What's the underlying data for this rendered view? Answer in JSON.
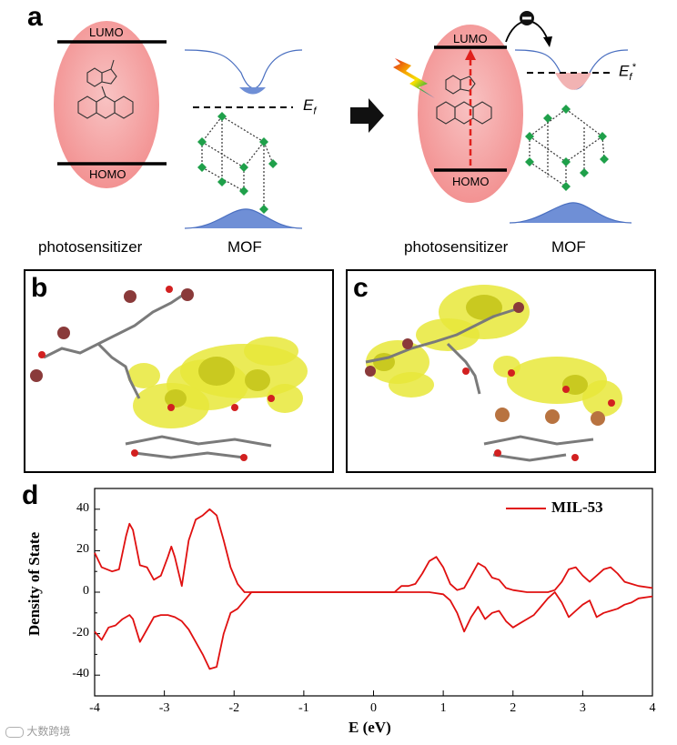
{
  "panel_a": {
    "letter": "a",
    "left": {
      "lumo": "LUMO",
      "homo": "HOMO",
      "ef_base": "E",
      "ef_sub": "f",
      "caption_left": "photosensitizer",
      "caption_right": "MOF"
    },
    "right": {
      "lumo": "LUMO",
      "homo": "HOMO",
      "ef_base": "E",
      "ef_sub": "f",
      "ef_sup": "*",
      "caption_left": "photosensitizer",
      "caption_right": "MOF",
      "electron": "e"
    },
    "colors": {
      "ellipse": "#f6a5a5",
      "arrow": "#111111",
      "excitation": "#e0201c",
      "dos_fill": "#6f8fd6"
    }
  },
  "panel_b": {
    "letter": "b"
  },
  "panel_c": {
    "letter": "c"
  },
  "panel_d": {
    "letter": "d"
  },
  "chart_data": {
    "type": "line",
    "xlabel": "E (eV)",
    "ylabel": "Density of State",
    "xlim": [
      -4,
      4
    ],
    "ylim": [
      -50,
      50
    ],
    "x_ticks": [
      "-4",
      "-3",
      "-2",
      "-1",
      "0",
      "1",
      "2",
      "3",
      "4"
    ],
    "y_ticks": [
      "40",
      "20",
      "0",
      "-20",
      "-40"
    ],
    "legend_position": "top-right",
    "color": "#e01010",
    "series": [
      {
        "name": "MIL-53",
        "points": [
          [
            -4.0,
            19
          ],
          [
            -3.9,
            12
          ],
          [
            -3.75,
            10
          ],
          [
            -3.65,
            11
          ],
          [
            -3.55,
            27
          ],
          [
            -3.5,
            33
          ],
          [
            -3.45,
            30
          ],
          [
            -3.35,
            13
          ],
          [
            -3.25,
            12
          ],
          [
            -3.15,
            6
          ],
          [
            -3.05,
            8
          ],
          [
            -2.95,
            17
          ],
          [
            -2.9,
            22
          ],
          [
            -2.85,
            17
          ],
          [
            -2.75,
            3
          ],
          [
            -2.65,
            25
          ],
          [
            -2.55,
            35
          ],
          [
            -2.45,
            37
          ],
          [
            -2.35,
            40
          ],
          [
            -2.25,
            37
          ],
          [
            -2.15,
            25
          ],
          [
            -2.05,
            12
          ],
          [
            -1.95,
            4
          ],
          [
            -1.85,
            0
          ],
          [
            -1.5,
            0
          ],
          [
            0.0,
            0
          ],
          [
            0.3,
            0
          ],
          [
            0.4,
            3
          ],
          [
            0.5,
            3
          ],
          [
            0.6,
            4
          ],
          [
            0.7,
            9
          ],
          [
            0.8,
            15
          ],
          [
            0.9,
            17
          ],
          [
            1.0,
            12
          ],
          [
            1.1,
            4
          ],
          [
            1.2,
            1
          ],
          [
            1.3,
            2
          ],
          [
            1.4,
            8
          ],
          [
            1.5,
            14
          ],
          [
            1.6,
            12
          ],
          [
            1.7,
            7
          ],
          [
            1.8,
            6
          ],
          [
            1.9,
            2
          ],
          [
            2.0,
            1
          ],
          [
            2.2,
            0
          ],
          [
            2.5,
            0
          ],
          [
            2.6,
            1
          ],
          [
            2.7,
            5
          ],
          [
            2.8,
            11
          ],
          [
            2.9,
            12
          ],
          [
            3.0,
            8
          ],
          [
            3.1,
            5
          ],
          [
            3.2,
            8
          ],
          [
            3.3,
            11
          ],
          [
            3.4,
            12
          ],
          [
            3.5,
            9
          ],
          [
            3.6,
            5
          ],
          [
            3.7,
            4
          ],
          [
            3.8,
            3
          ],
          [
            4.0,
            2
          ]
        ]
      },
      {
        "name": "",
        "points": [
          [
            -4.0,
            -19
          ],
          [
            -3.9,
            -23
          ],
          [
            -3.8,
            -17
          ],
          [
            -3.7,
            -16
          ],
          [
            -3.6,
            -13
          ],
          [
            -3.5,
            -11
          ],
          [
            -3.45,
            -13
          ],
          [
            -3.35,
            -24
          ],
          [
            -3.25,
            -18
          ],
          [
            -3.15,
            -12
          ],
          [
            -3.05,
            -11
          ],
          [
            -2.95,
            -11
          ],
          [
            -2.85,
            -12
          ],
          [
            -2.75,
            -14
          ],
          [
            -2.65,
            -18
          ],
          [
            -2.55,
            -24
          ],
          [
            -2.45,
            -30
          ],
          [
            -2.35,
            -37
          ],
          [
            -2.25,
            -36
          ],
          [
            -2.15,
            -20
          ],
          [
            -2.05,
            -10
          ],
          [
            -1.95,
            -8
          ],
          [
            -1.85,
            -4
          ],
          [
            -1.75,
            0
          ],
          [
            -1.5,
            0
          ],
          [
            0.0,
            0
          ],
          [
            0.8,
            0
          ],
          [
            1.0,
            -1
          ],
          [
            1.1,
            -4
          ],
          [
            1.2,
            -10
          ],
          [
            1.3,
            -19
          ],
          [
            1.4,
            -12
          ],
          [
            1.5,
            -7
          ],
          [
            1.6,
            -13
          ],
          [
            1.7,
            -10
          ],
          [
            1.8,
            -9
          ],
          [
            1.9,
            -14
          ],
          [
            2.0,
            -17
          ],
          [
            2.1,
            -15
          ],
          [
            2.2,
            -13
          ],
          [
            2.3,
            -11
          ],
          [
            2.4,
            -7
          ],
          [
            2.5,
            -3
          ],
          [
            2.6,
            0
          ],
          [
            2.7,
            -5
          ],
          [
            2.8,
            -12
          ],
          [
            2.9,
            -9
          ],
          [
            3.0,
            -6
          ],
          [
            3.1,
            -4
          ],
          [
            3.2,
            -12
          ],
          [
            3.3,
            -10
          ],
          [
            3.4,
            -9
          ],
          [
            3.5,
            -8
          ],
          [
            3.6,
            -6
          ],
          [
            3.7,
            -5
          ],
          [
            3.8,
            -3
          ],
          [
            4.0,
            -2
          ]
        ]
      }
    ]
  },
  "watermark": "大数跨境"
}
